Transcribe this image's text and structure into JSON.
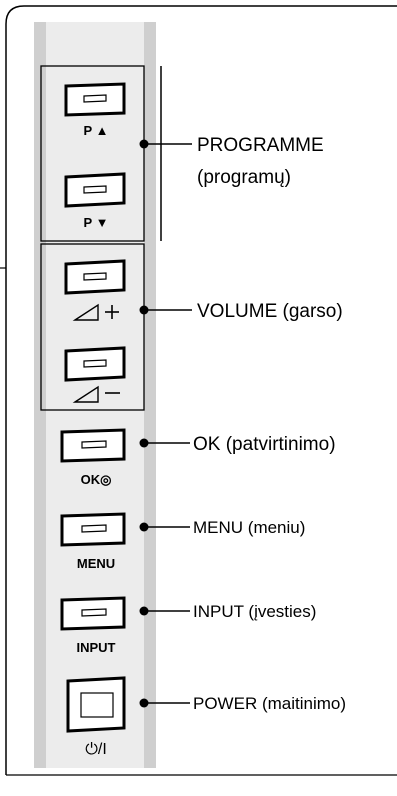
{
  "buttons": {
    "prog_up_caption": "P ▲",
    "prog_down_caption": "P ▼",
    "ok_caption": "OK◎",
    "menu_caption": "MENU",
    "input_caption": "INPUT",
    "power_caption": "⏻/I"
  },
  "labels": {
    "programme_line1": "PROGRAMME",
    "programme_line2": "(programų)",
    "volume": "VOLUME (garso)",
    "ok": "OK (patvirtinimo)",
    "menu": "MENU (meniu)",
    "input": "INPUT (įvesties)",
    "power": "POWER (maitinimo)"
  },
  "colors": {
    "panel_gray": "#cfcfcf",
    "panel_light": "#ececec",
    "outline": "#000000"
  }
}
